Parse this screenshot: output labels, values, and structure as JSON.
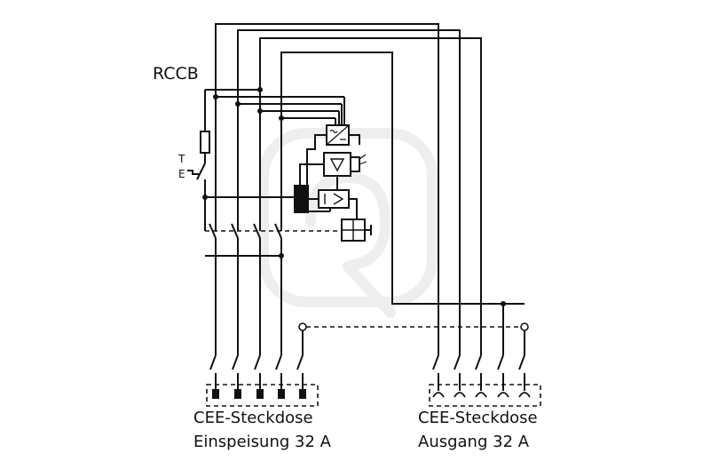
{
  "diagram": {
    "title_label": "RCCB",
    "test_button_labels": {
      "t": "T",
      "e": "E"
    },
    "input_socket": {
      "line1": "CEE-Steckdose",
      "line2": "Einspeisung 32 A",
      "pin_count": 5
    },
    "output_socket": {
      "line1": "CEE-Steckdose",
      "line2": "Ausgang 32 A",
      "pin_count": 5
    }
  },
  "colors": {
    "line": "#111111",
    "watermark": "#eeeeee",
    "background": "#ffffff"
  }
}
